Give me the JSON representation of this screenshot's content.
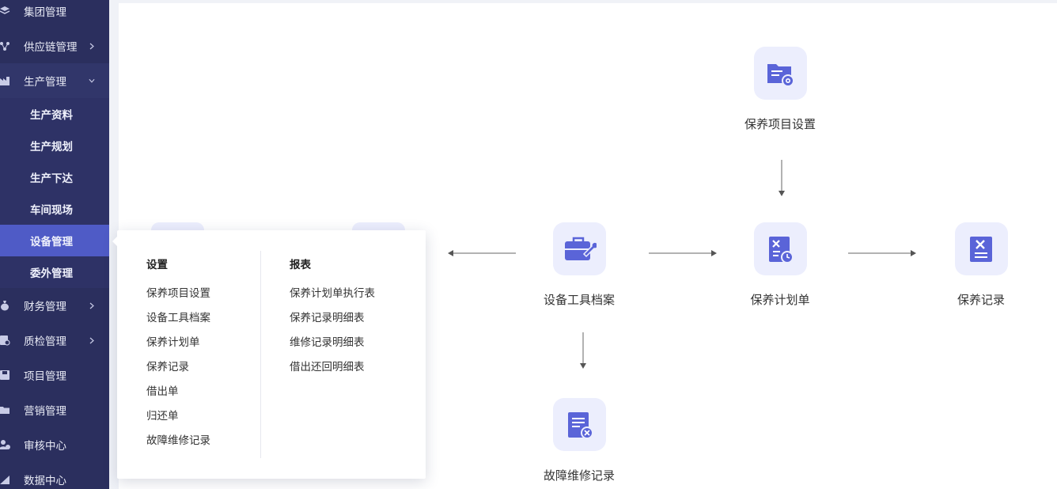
{
  "sidebar": {
    "menu": [
      {
        "label": "集团管理",
        "icon": "layers-icon",
        "has_arrow": false
      },
      {
        "label": "供应链管理",
        "icon": "network-icon",
        "has_arrow": true,
        "arrow": "›"
      },
      {
        "label": "生产管理",
        "icon": "factory-icon",
        "has_arrow": true,
        "arrow": "⌄"
      },
      {
        "label": "财务管理",
        "icon": "money-bag-icon",
        "has_arrow": true,
        "arrow": "›"
      },
      {
        "label": "质检管理",
        "icon": "inspection-icon",
        "has_arrow": true,
        "arrow": "›"
      },
      {
        "label": "项目管理",
        "icon": "floppy-icon",
        "has_arrow": false
      },
      {
        "label": "营销管理",
        "icon": "folder-icon",
        "has_arrow": false
      },
      {
        "label": "审核中心",
        "icon": "audit-icon",
        "has_arrow": false
      },
      {
        "label": "数据中心",
        "icon": "chart-icon",
        "has_arrow": false
      }
    ],
    "submenu": [
      {
        "label": "生产资料"
      },
      {
        "label": "生产规划"
      },
      {
        "label": "生产下达"
      },
      {
        "label": "车间现场"
      },
      {
        "label": "设备管理",
        "active": true
      },
      {
        "label": "委外管理"
      }
    ]
  },
  "flow": {
    "nodes": {
      "maintenance_item_setup": {
        "label": "保养项目设置",
        "icon": "folder-gear-icon"
      },
      "equipment_tool_file": {
        "label": "设备工具档案",
        "icon": "toolbox-icon"
      },
      "maintenance_plan": {
        "label": "保养计划单",
        "icon": "plan-clock-icon"
      },
      "maintenance_record": {
        "label": "保养记录",
        "icon": "tools-document-icon"
      },
      "fault_repair_record": {
        "label": "故障维修记录",
        "icon": "document-repair-icon"
      }
    }
  },
  "dropdown": {
    "settings": {
      "title": "设置",
      "links": [
        "保养项目设置",
        "设备工具档案",
        "保养计划单",
        "保养记录",
        "借出单",
        "归还单",
        "故障维修记录"
      ]
    },
    "reports": {
      "title": "报表",
      "links": [
        "保养计划单执行表",
        "保养记录明细表",
        "维修记录明细表",
        "借出还回明细表"
      ]
    }
  },
  "colors": {
    "sidebar_bg": "#2b2f5e",
    "active_item": "#4f5bc6",
    "icon_tile": "#eceefd",
    "icon_fill": "#5a64d8"
  }
}
